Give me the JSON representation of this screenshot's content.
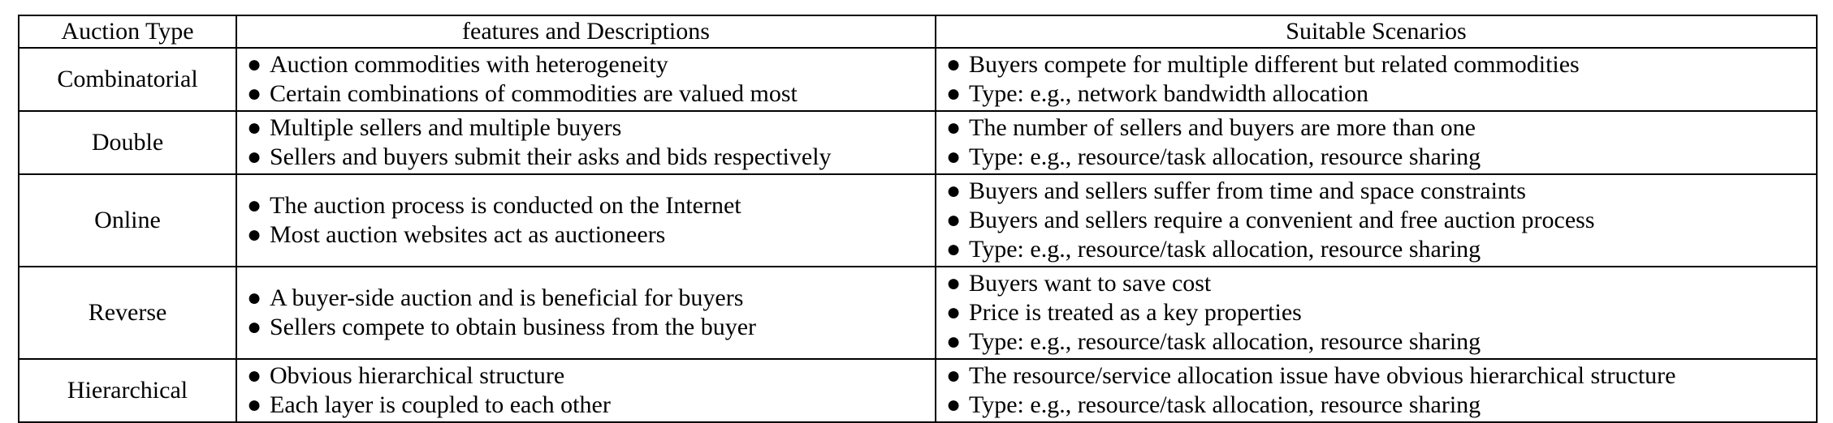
{
  "table": {
    "headers": [
      "Auction Type",
      "features and Descriptions",
      "Suitable Scenarios"
    ],
    "rows": [
      {
        "type": "Combinatorial",
        "features": [
          "Auction commodities with heterogeneity",
          "Certain combinations of commodities are valued most"
        ],
        "scenarios": [
          "Buyers compete for multiple different but related commodities",
          "Type: e.g., network bandwidth allocation"
        ]
      },
      {
        "type": "Double",
        "features": [
          "Multiple sellers and multiple buyers",
          "Sellers and buyers submit their asks and bids respectively"
        ],
        "scenarios": [
          "The number of sellers and buyers are more than one",
          "Type: e.g., resource/task allocation, resource sharing"
        ]
      },
      {
        "type": "Online",
        "features": [
          "The auction process is conducted on the Internet",
          "Most auction websites act as auctioneers"
        ],
        "scenarios": [
          "Buyers and sellers suffer from time and space constraints",
          "Buyers and sellers require a convenient and free auction process",
          "Type: e.g., resource/task allocation, resource sharing"
        ]
      },
      {
        "type": "Reverse",
        "features": [
          "A buyer-side auction and is beneficial for buyers",
          "Sellers compete to obtain business from the buyer"
        ],
        "scenarios": [
          "Buyers want to save cost",
          "Price is treated as a key properties",
          "Type: e.g., resource/task allocation, resource sharing"
        ]
      },
      {
        "type": "Hierarchical",
        "features": [
          "Obvious hierarchical structure",
          "Each layer is coupled to each other"
        ],
        "scenarios": [
          "The resource/service allocation issue have obvious hierarchical structure",
          "Type: e.g., resource/task allocation, resource sharing"
        ]
      }
    ]
  }
}
